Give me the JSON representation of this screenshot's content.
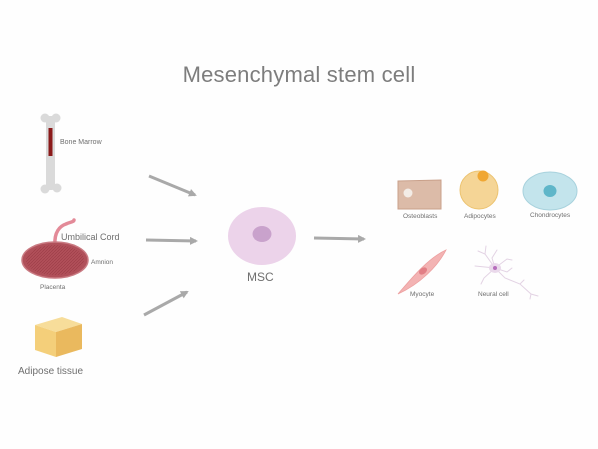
{
  "title": "Mesenchymal stem cell",
  "sources": {
    "bone_marrow": "Bone Marrow",
    "umbilical_cord": "Umbilical Cord",
    "amnion": "Amnion",
    "placenta": "Placenta",
    "adipose_tissue": "Adipose tissue"
  },
  "center": {
    "msc": "MSC"
  },
  "outputs": {
    "osteoblasts": "Osteoblasts",
    "adipocytes": "Adipocytes",
    "chondrocytes": "Chondrocytes",
    "myocyte": "Myocyte",
    "neural_cell": "Neural cell"
  },
  "colors": {
    "arrow": "#a9a9a9",
    "bone": "#d9d9d9",
    "marrow": "#8b1a1a",
    "placenta": "#b3505a",
    "cord": "#e38a98",
    "fat_cube": "#f4cf7a",
    "msc_outer": "#ecd3ea",
    "msc_inner": "#c9a2cc",
    "osteoblast": "#d9b8a6",
    "adipocyte": "#f3d28e",
    "chondrocyte": "#bfe3ea",
    "myocyte": "#f3b3b3",
    "neural": "#e9ddea"
  }
}
